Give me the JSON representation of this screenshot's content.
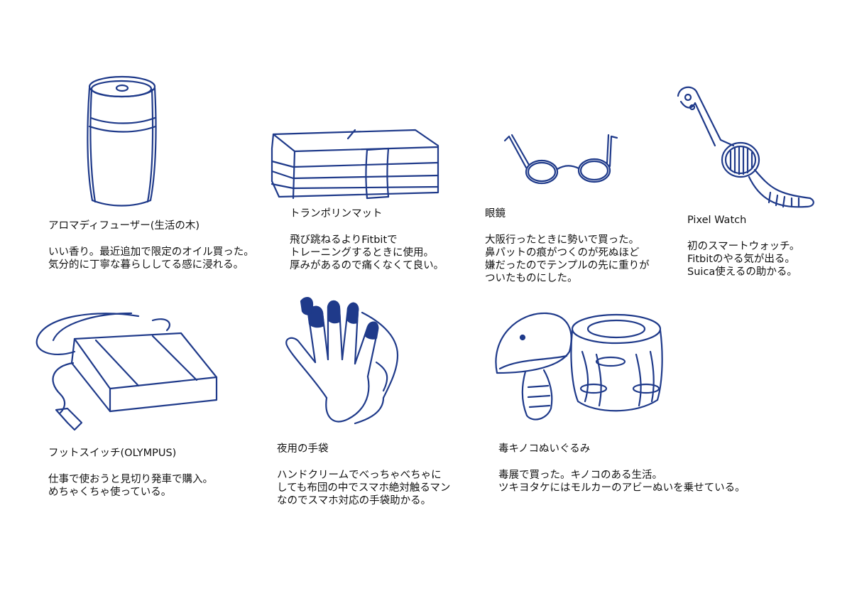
{
  "colors": {
    "ink": "#1f3a8a",
    "text": "#111111",
    "background": "#ffffff"
  },
  "items": [
    {
      "title": "アロマディフューザー(生活の木)",
      "lines": [
        "いい香り。最近追加で限定のオイル買った。",
        "気分的に丁寧な暮らししてる感に浸れる。"
      ]
    },
    {
      "title": "トランポリンマット",
      "lines": [
        "飛び跳ねるよりFitbitで",
        "トレーニングするときに使用。",
        "厚みがあるので痛くなくて良い。"
      ]
    },
    {
      "title": "眼鏡",
      "lines": [
        "大阪行ったときに勢いで買った。",
        "鼻パットの痕がつくのが死ぬほど",
        "嫌だったのでテンプルの先に重りが",
        "ついたものにした。"
      ]
    },
    {
      "title": "Pixel Watch",
      "lines": [
        "初のスマートウォッチ。",
        "Fitbitのやる気が出る。",
        "Suica使えるの助かる。"
      ]
    },
    {
      "title": "フットスイッチ(OLYMPUS)",
      "lines": [
        "仕事で使おうと見切り発車で購入。",
        "めちゃくちゃ使っている。"
      ]
    },
    {
      "title": "夜用の手袋",
      "lines": [
        "ハンドクリームでべっちゃべちゃに",
        "しても布団の中でスマホ絶対触るマン",
        "なのでスマホ対応の手袋助かる。"
      ]
    },
    {
      "title": "毒キノコぬいぐるみ",
      "lines": [
        "毒展で買った。キノコのある生活。",
        "ツキヨタケにはモルカーのアビーぬいを乗せている。"
      ]
    }
  ]
}
